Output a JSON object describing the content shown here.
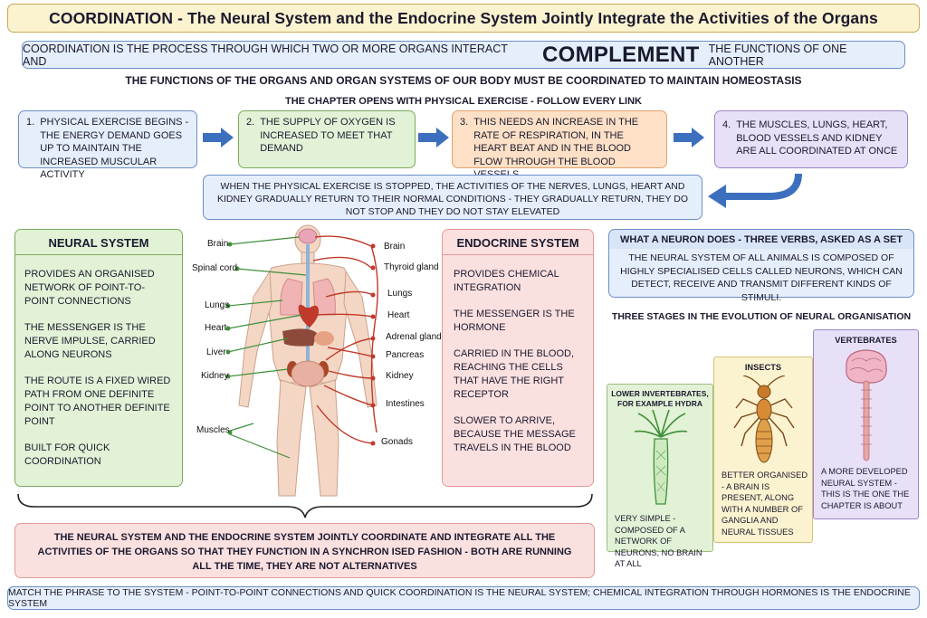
{
  "title": "COORDINATION - The Neural System and the Endocrine System Jointly Integrate the Activities  of the Organs",
  "definition": {
    "before": "COORDINATION IS THE PROCESS THROUGH WHICH TWO OR MORE ORGANS INTERACT AND",
    "emphasis": "COMPLEMENT",
    "after": "THE FUNCTIONS OF ONE ANOTHER"
  },
  "homeostasis_line": "THE FUNCTIONS OF THE ORGANS AND ORGAN SYSTEMS OF OUR BODY MUST BE COORDINATED TO MAINTAIN HOMEOSTASIS",
  "chapter_line": "THE CHAPTER OPENS WITH PHYSICAL EXERCISE - FOLLOW EVERY LINK",
  "steps": [
    {
      "num": "1.",
      "text": "PHYSICAL EXERCISE BEGINS - THE ENERGY DEMAND GOES UP TO MAINTAIN THE INCREASED MUSCULAR ACTIVITY"
    },
    {
      "num": "2.",
      "text": "THE SUPPLY OF OXYGEN IS INCREASED TO MEET THAT DEMAND"
    },
    {
      "num": "3.",
      "text": "THIS NEEDS AN INCREASE IN THE RATE OF RESPIRATION, IN THE HEART BEAT AND IN THE BLOOD FLOW THROUGH THE BLOOD VESSELS"
    },
    {
      "num": "4.",
      "text": "THE MUSCLES, LUNGS, HEART, BLOOD VESSELS AND KIDNEY ARE ALL COORDINATED AT ONCE"
    }
  ],
  "return_text": "WHEN THE PHYSICAL EXERCISE IS STOPPED, THE ACTIVITIES OF THE NERVES, LUNGS, HEART AND KIDNEY GRADUALLY RETURN TO THEIR NORMAL CONDITIONS - THEY GRADUALLY RETURN, THEY DO NOT STOP AND THEY DO NOT STAY ELEVATED",
  "neural": {
    "heading": "NEURAL SYSTEM",
    "points": [
      "PROVIDES AN ORGANISED NETWORK OF POINT-TO-POINT CONNECTIONS",
      "THE MESSENGER IS THE NERVE IMPULSE, CARRIED ALONG NEURONS",
      "THE ROUTE IS A FIXED WIRED PATH FROM ONE DEFINITE POINT TO ANOTHER DEFINITE POINT",
      "BUILT FOR QUICK COORDINATION"
    ]
  },
  "endocrine": {
    "heading": "ENDOCRINE SYSTEM",
    "points": [
      "PROVIDES CHEMICAL INTEGRATION",
      "THE MESSENGER IS THE HORMONE",
      "CARRIED IN THE BLOOD, REACHING THE CELLS THAT HAVE THE RIGHT RECEPTOR",
      "SLOWER TO ARRIVE, BECAUSE THE MESSAGE TRAVELS IN THE BLOOD"
    ]
  },
  "body_labels_left": [
    "Brain",
    "Spinal cord",
    "Lungs",
    "Heart",
    "Liver",
    "Kidney",
    "Muscles"
  ],
  "body_labels_right": [
    "Brain",
    "Thyroid gland",
    "Lungs",
    "Heart",
    "Adrenal gland",
    "Pancreas",
    "Kidney",
    "Intestines",
    "Gonads"
  ],
  "neuron": {
    "heading": "WHAT A NEURON DOES - THREE VERBS, ASKED AS A SET",
    "text": "THE NEURAL SYSTEM OF ALL ANIMALS IS COMPOSED OF HIGHLY SPECIALISED CELLS CALLED NEURONS, WHICH CAN DETECT, RECEIVE AND TRANSMIT DIFFERENT KINDS OF STIMULI."
  },
  "evolution": {
    "heading": "THREE STAGES IN THE EVOLUTION OF NEURAL ORGANISATION",
    "stages": [
      {
        "title": "LOWER INVERTEBRATES, FOR EXAMPLE HYDRA",
        "text": "VERY SIMPLE - COMPOSED OF A NETWORK OF NEURONS, NO BRAIN AT ALL"
      },
      {
        "title": "INSECTS",
        "text": "BETTER ORGANISED - A BRAIN IS PRESENT, ALONG WITH A NUMBER OF GANGLIA AND NEURAL TISSUES"
      },
      {
        "title": "VERTEBRATES",
        "text": "A MORE DEVELOPED NEURAL SYSTEM - THIS IS THE ONE THE CHAPTER IS ABOUT"
      }
    ]
  },
  "joint_text": "THE NEURAL SYSTEM AND THE ENDOCRINE SYSTEM JOINTLY COORDINATE AND INTEGRATE ALL THE ACTIVITIES OF THE ORGANS SO THAT THEY FUNCTION IN A SYNCHRON ISED FASHION - BOTH ARE RUNNING ALL THE TIME, THEY ARE NOT ALTERNATIVES",
  "footer": "MATCH THE PHRASE TO THE SYSTEM - POINT-TO-POINT CONNECTIONS AND QUICK COORDINATION IS THE NEURAL SYSTEM; CHEMICAL INTEGRATION THROUGH HORMONES IS THE ENDOCRINE SYSTEM",
  "colors": {
    "blue_box": "#e5eefb",
    "green_box": "#e2f2d6",
    "orange_box": "#fde0c6",
    "purple_box": "#e8e0f7",
    "pink_box": "#fbe0e0",
    "yellow_box": "#fbf2cf",
    "arrow_blue": "#3d6fbf",
    "nerve_green": "#3f8f3a",
    "hormone_red": "#c0392b"
  },
  "icons": [
    "right-arrow-icon",
    "return-arrow-icon",
    "human-body-icon",
    "hydra-icon",
    "insect-icon",
    "vertebrate-brain-spine-icon",
    "curly-brace-icon"
  ]
}
